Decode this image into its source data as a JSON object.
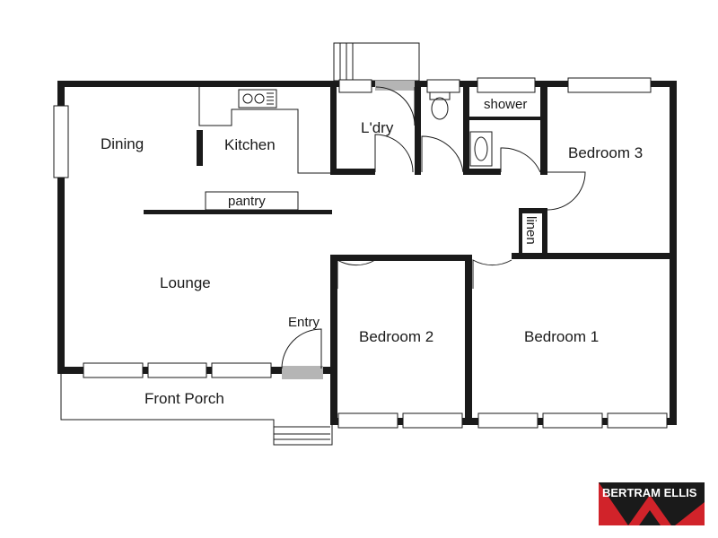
{
  "rooms": {
    "dining": "Dining",
    "kitchen": "Kitchen",
    "laundry": "L'dry",
    "shower": "shower",
    "bedroom3": "Bedroom 3",
    "pantry": "pantry",
    "linen": "linen",
    "lounge": "Lounge",
    "entry": "Entry",
    "bedroom2": "Bedroom 2",
    "bedroom1": "Bedroom 1",
    "front_porch": "Front Porch"
  },
  "brand": {
    "name": "BERTRAM ELLIS",
    "colors": {
      "red": "#d1232a",
      "black": "#1a1a1a"
    }
  }
}
